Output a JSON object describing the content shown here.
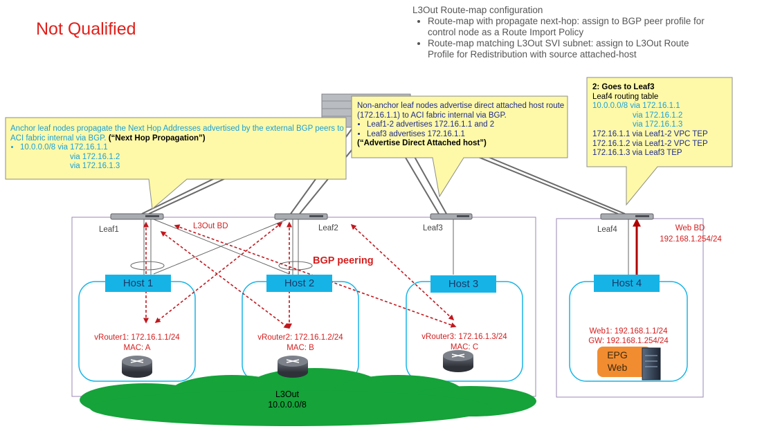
{
  "title": "Not Qualified",
  "config": {
    "heading": "L3Out Route-map configuration",
    "bullets": [
      "Route-map with propagate next-hop: assign to BGP peer profile for control node as a Route Import Policy",
      "Route-map matching L3Out SVI subnet: assign to L3Out Route Profile for Redistribution with source attached-host"
    ]
  },
  "callouts": {
    "anchor": {
      "line1": "Anchor leaf nodes propagate the Next Hop Addresses advertised by the external BGP peers to ACI fabric internal via BGP.",
      "line1_bold": "(“Next Hop Propagation”)",
      "bullet": "10.0.0.0/8 via 172.16.1.1",
      "via2": "via 172.16.1.2",
      "via3": "via 172.16.1.3"
    },
    "nonanchor": {
      "line1": "Non-anchor leaf nodes advertise direct attached host route (172.16.1.1) to ACI fabric internal via BGP.",
      "bullet1": "Leaf1-2 advertises 172.16.1.1 and 2",
      "bullet2": "Leaf3 advertises 172.16.1.1",
      "bold": "(“Advertise Direct Attached host”)"
    },
    "leaf4": {
      "heading": "2: Goes to Leaf3",
      "sub": "Leaf4 routing table",
      "r1": "10.0.0.0/8 via 172.16.1.1",
      "r2": "via 172.16.1.2",
      "r3": "via 172.16.1.3",
      "r4": "172.16.1.1 via Leaf1-2 VPC TEP",
      "r5": "172.16.1.2 via Leaf1-2 VPC TEP",
      "r6": "172.16.1.3 via Leaf3 TEP"
    }
  },
  "leaves": {
    "leaf1": "Leaf1",
    "leaf2": "Leaf2",
    "leaf3": "Leaf3",
    "leaf4": "Leaf4"
  },
  "labels": {
    "l3out_bd": "L3Out BD",
    "bgp_peering": "BGP peering",
    "web_bd": "Web BD",
    "web_bd_ip": "192.168.1.254/24",
    "l3out": "L3Out",
    "l3out_subnet": "10.0.0.0/8"
  },
  "hosts": [
    {
      "name": "Host 1",
      "router": "vRouter1: 172.16.1.1/24",
      "mac": "MAC: A"
    },
    {
      "name": "Host 2",
      "router": "vRouter2: 172.16.1.2/24",
      "mac": "MAC: B"
    },
    {
      "name": "Host 3",
      "router": "vRouter3: 172.16.1.3/24",
      "mac": "MAC: C"
    },
    {
      "name": "Host 4",
      "web1": "Web1: 192.168.1.1/24",
      "gw": "GW: 192.168.1.254/24",
      "epg1": "EPG",
      "epg2": "Web"
    }
  ],
  "colors": {
    "red": "#d41e1e",
    "cyan": "#16b4e6",
    "callout": "#fdf9a8",
    "cloud": "#15a33a"
  }
}
